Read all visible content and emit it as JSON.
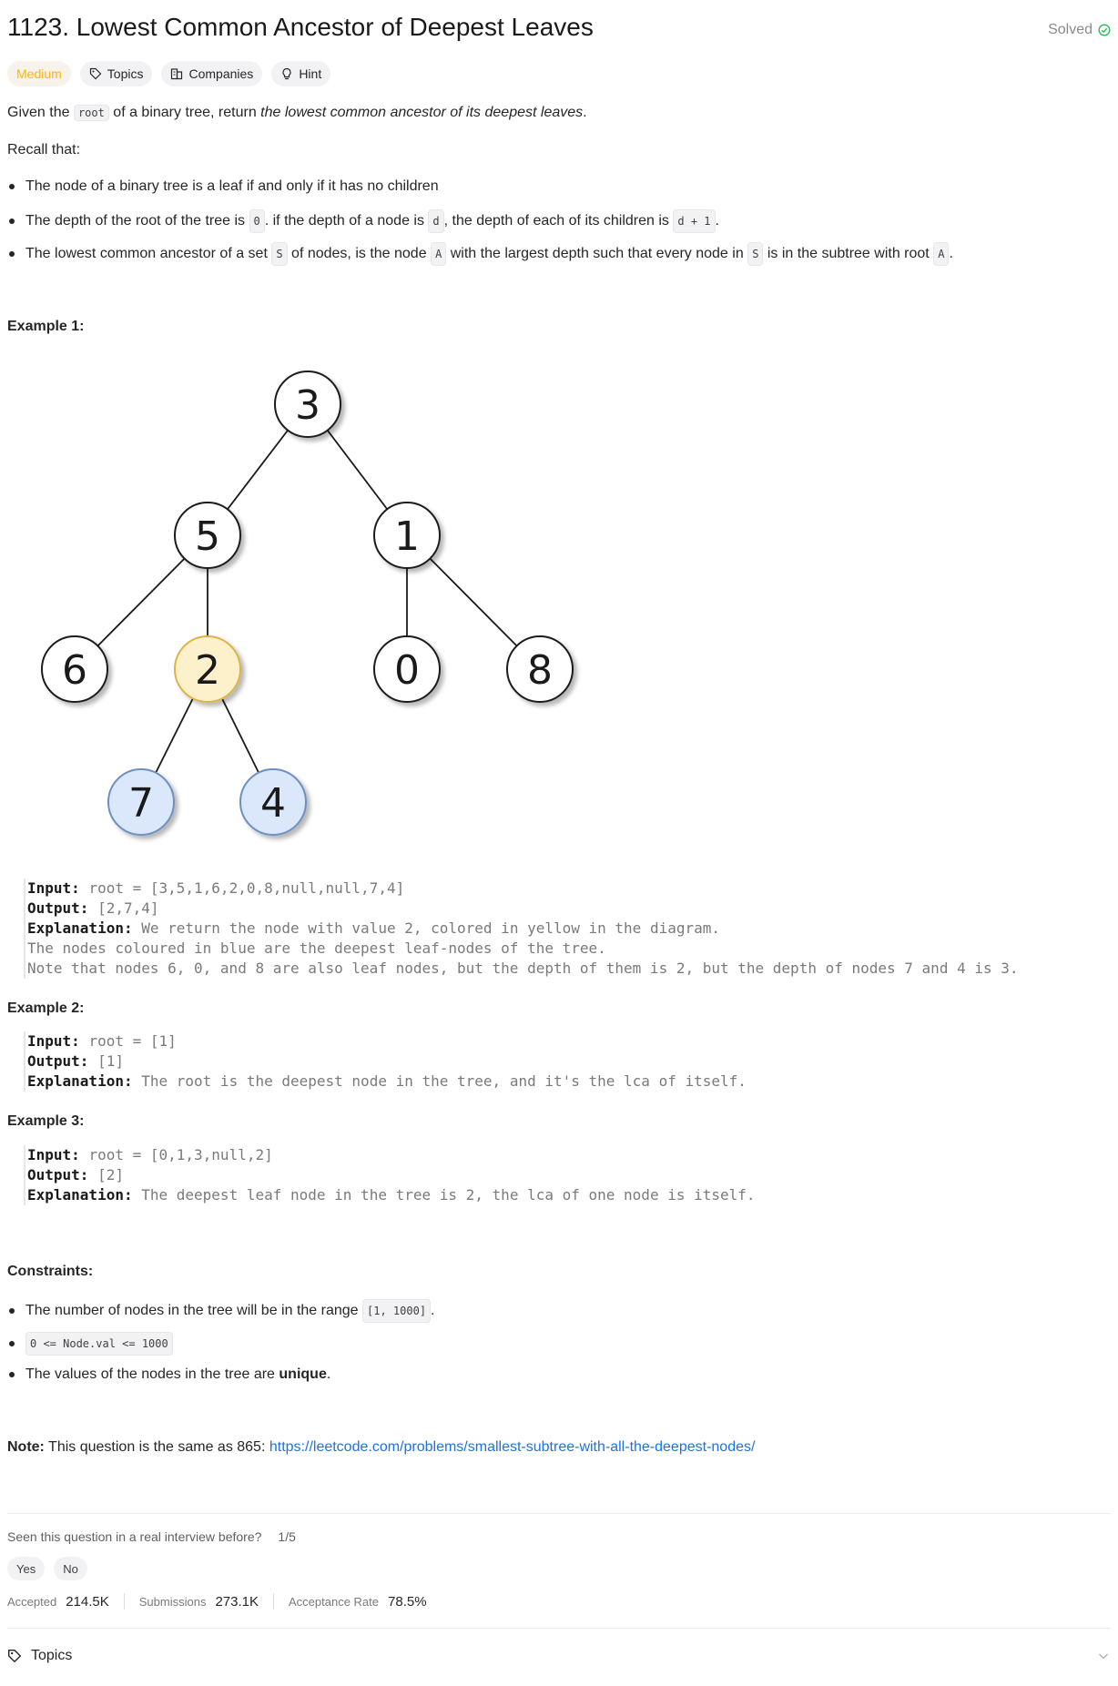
{
  "header": {
    "title": "1123. Lowest Common Ancestor of Deepest Leaves",
    "status": "Solved"
  },
  "tags": {
    "difficulty": "Medium",
    "topics": "Topics",
    "companies": "Companies",
    "hint": "Hint"
  },
  "description": {
    "intro_1": "Given the",
    "intro_code": "root",
    "intro_2": "of a binary tree, return",
    "intro_em": "the lowest common ancestor of its deepest leaves",
    "intro_end": ".",
    "recall": "Recall that:",
    "bullet1": "The node of a binary tree is a leaf if and only if it has no children",
    "bullet2_a": "The depth of the root of the tree is",
    "bullet2_c1": "0",
    "bullet2_b": ". if the depth of a node is",
    "bullet2_c2": "d",
    "bullet2_c": ", the depth of each of its children is",
    "bullet2_c3": "d + 1",
    "bullet2_d": ".",
    "bullet3_a": "The lowest common ancestor of a set",
    "bullet3_c1": "S",
    "bullet3_b": "of nodes, is the node",
    "bullet3_c2": "A",
    "bullet3_c": "with the largest depth such that every node in",
    "bullet3_c3": "S",
    "bullet3_d": "is in the subtree with root",
    "bullet3_c4": "A",
    "bullet3_e": "."
  },
  "example1": {
    "heading": "Example 1:",
    "tree_nodes": [
      "3",
      "5",
      "1",
      "6",
      "2",
      "0",
      "8",
      "7",
      "4"
    ],
    "input_label": "Input:",
    "input": "root = [3,5,1,6,2,0,8,null,null,7,4]",
    "output_label": "Output:",
    "output": "[2,7,4]",
    "explanation_label": "Explanation:",
    "explanation_1": "We return the node with value 2, colored in yellow in the diagram.",
    "explanation_2": "The nodes coloured in blue are the deepest leaf-nodes of the tree.",
    "explanation_3": "Note that nodes 6, 0, and 8 are also leaf nodes, but the depth of them is 2, but the depth of nodes 7 and 4 is 3."
  },
  "example2": {
    "heading": "Example 2:",
    "input_label": "Input:",
    "input": "root = [1]",
    "output_label": "Output:",
    "output": "[1]",
    "explanation_label": "Explanation:",
    "explanation": "The root is the deepest node in the tree, and it's the lca of itself."
  },
  "example3": {
    "heading": "Example 3:",
    "input_label": "Input:",
    "input": "root = [0,1,3,null,2]",
    "output_label": "Output:",
    "output": "[2]",
    "explanation_label": "Explanation:",
    "explanation": "The deepest leaf node in the tree is 2, the lca of one node is itself."
  },
  "constraints": {
    "heading": "Constraints:",
    "c1_a": "The number of nodes in the tree will be in the range",
    "c1_code": "[1, 1000]",
    "c1_b": ".",
    "c2_code": "0 <= Node.val <= 1000",
    "c3_a": "The values of the nodes in the tree are",
    "c3_b": "unique",
    "c3_c": "."
  },
  "note": {
    "label": "Note:",
    "text": "This question is the same as 865:",
    "link": "https://leetcode.com/problems/smallest-subtree-with-all-the-deepest-nodes/"
  },
  "interview": {
    "question": "Seen this question in a real interview before?",
    "count": "1/5",
    "yes": "Yes",
    "no": "No"
  },
  "stats": {
    "accepted_label": "Accepted",
    "accepted": "214.5K",
    "submissions_label": "Submissions",
    "submissions": "273.1K",
    "rate_label": "Acceptance Rate",
    "rate": "78.5%"
  },
  "footer": {
    "topics": "Topics"
  },
  "colors": {
    "medium": "#ffb800",
    "solved_check": "#2cbb5d",
    "highlight_yellow": "#fdf1cc",
    "highlight_blue": "#dbe8fb",
    "link": "#1a73e8"
  }
}
